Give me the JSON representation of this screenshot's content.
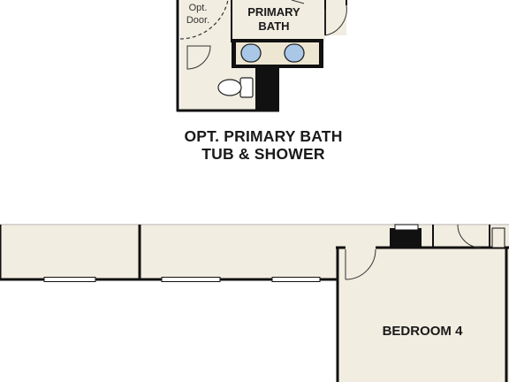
{
  "rooms": {
    "primary_bath_line1": "PRIMARY",
    "primary_bath_line2": "BATH",
    "bedroom4": "BEDROOM 4"
  },
  "notes": {
    "opt_door_line1": "Opt.",
    "opt_door_line2": "Door."
  },
  "caption": {
    "line1": "OPT. PRIMARY BATH",
    "line2": "TUB & SHOWER"
  },
  "colors": {
    "floor": "#f2ede1",
    "wall": "#111111",
    "fixture": "#a9c8e8"
  }
}
